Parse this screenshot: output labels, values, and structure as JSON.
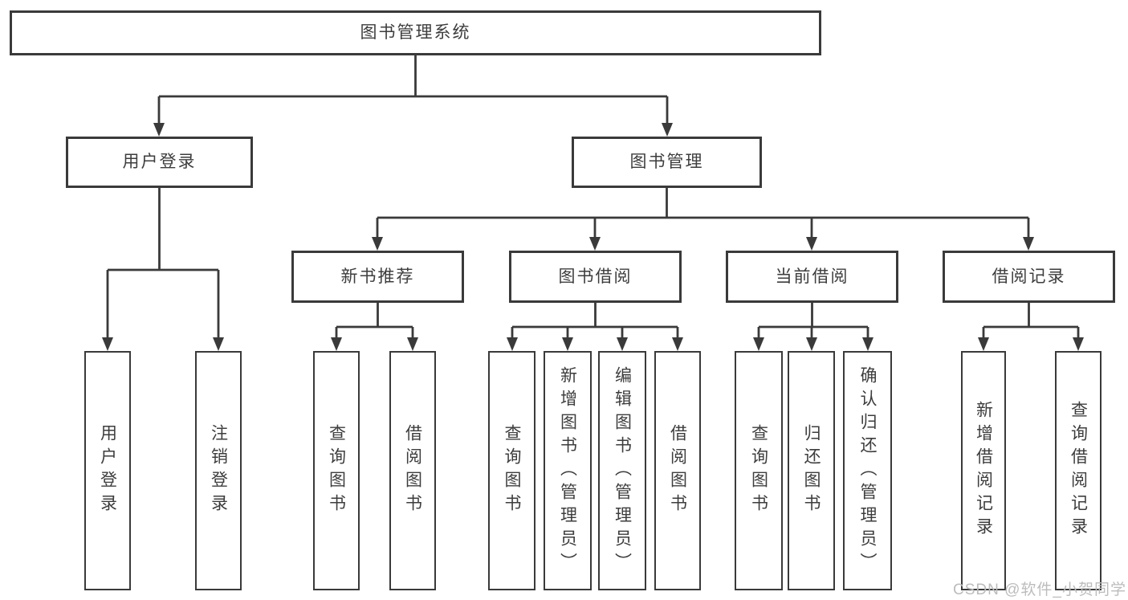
{
  "nodes": {
    "root": "图书管理系统",
    "user_login": "用户登录",
    "book_mgmt": "图书管理",
    "new_book_rec": "新书推荐",
    "book_borrow": "图书借阅",
    "current_borrow": "当前借阅",
    "borrow_record": "借阅记录",
    "leaf_user_login": "用户登录",
    "leaf_logout": "注销登录",
    "leaf_nb_query": "查询图书",
    "leaf_nb_borrow": "借阅图书",
    "leaf_bb_query": "查询图书",
    "leaf_bb_add": "新增图书（管理员）",
    "leaf_bb_edit": "编辑图书（管理员）",
    "leaf_bb_borrow": "借阅图书",
    "leaf_cb_query": "查询图书",
    "leaf_cb_return": "归还图书",
    "leaf_cb_confirm": "确认归还（管理员）",
    "leaf_br_add": "新增借阅记录",
    "leaf_br_query": "查询借阅记录"
  },
  "hierarchy": {
    "图书管理系统": {
      "用户登录": [
        "用户登录",
        "注销登录"
      ],
      "图书管理": {
        "新书推荐": [
          "查询图书",
          "借阅图书"
        ],
        "图书借阅": [
          "查询图书",
          "新增图书（管理员）",
          "编辑图书（管理员）",
          "借阅图书"
        ],
        "当前借阅": [
          "查询图书",
          "归还图书",
          "确认归还（管理员）"
        ],
        "借阅记录": [
          "新增借阅记录",
          "查询借阅记录"
        ]
      }
    }
  },
  "colors": {
    "line": "#3a3a3a",
    "text": "#3d3d3d",
    "watermark": "#bcbcbc",
    "background": "#ffffff"
  },
  "watermark": "CSDN @软件_小贺同学"
}
